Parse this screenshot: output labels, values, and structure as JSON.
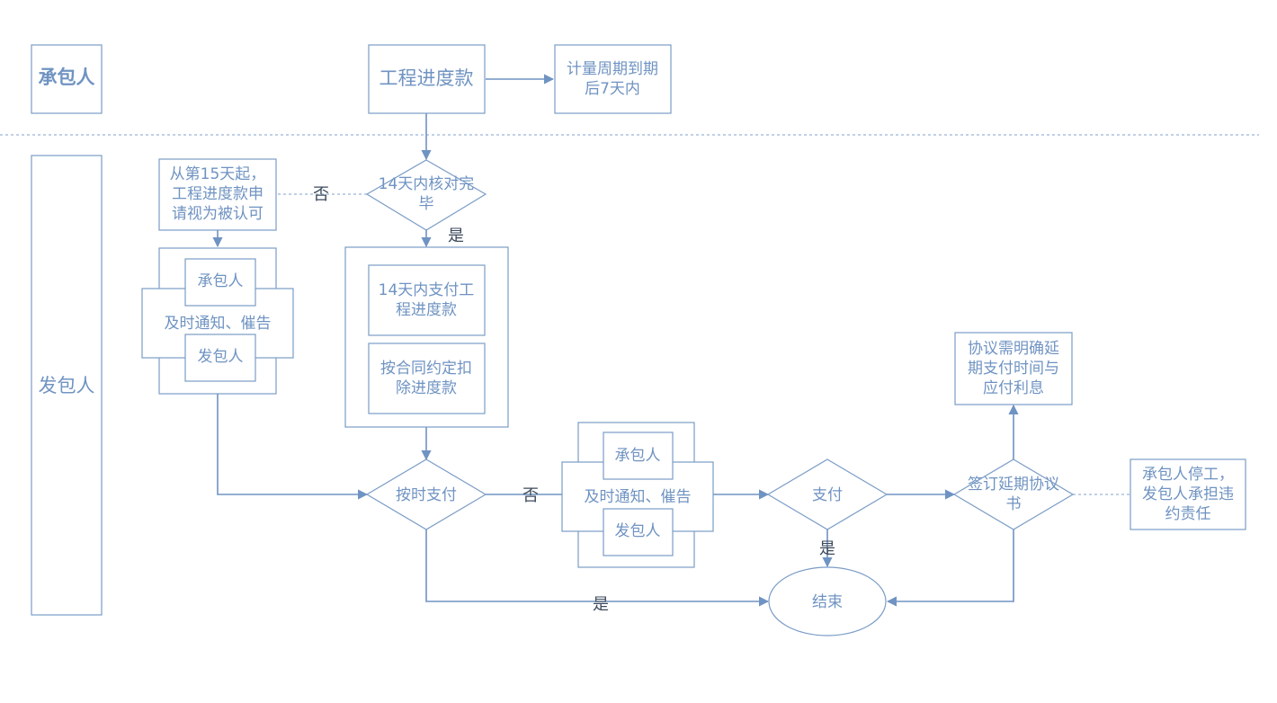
{
  "lanes": {
    "contractor": "承包人",
    "employer": "发包人"
  },
  "nodes": {
    "progress_payment": "工程进度款",
    "period_note": [
      "计量周期到期",
      "后7天内"
    ],
    "verify14": [
      "14天内核对完",
      "毕"
    ],
    "deemed_approved": [
      "从第15天起，",
      "工程进度款申",
      "请视为被认可"
    ],
    "notify_group1": {
      "top": "承包人",
      "middle": "及时通知、催告",
      "bottom": "发包人"
    },
    "pay14": [
      "14天内支付工",
      "程进度款"
    ],
    "deduct": [
      "按合同约定扣",
      "除进度款"
    ],
    "pay_on_time": "按时支付",
    "notify_group2": {
      "top": "承包人",
      "middle": "及时通知、催告",
      "bottom": "发包人"
    },
    "pay": "支付",
    "sign_delay": [
      "签订延期协议",
      "书"
    ],
    "delay_agreement": [
      "协议需明确延",
      "期支付时间与",
      "应付利息"
    ],
    "stop_work": [
      "承包人停工，",
      "发包人承担违",
      "约责任"
    ],
    "end": "结束"
  },
  "edge_labels": {
    "no_verify": "否",
    "yes_verify": "是",
    "no_pay": "否",
    "yes_pay": "是",
    "yes_on_time": "是"
  }
}
